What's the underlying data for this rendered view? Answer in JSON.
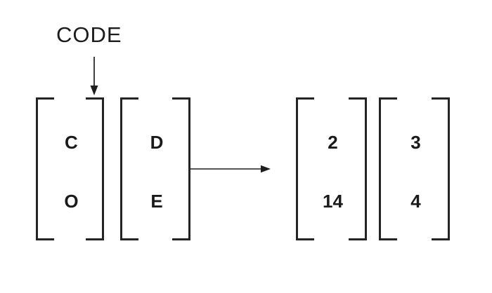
{
  "labels": {
    "code_word": "CODE"
  },
  "matrices": [
    {
      "name": "letter-vector-1",
      "cells": [
        "C",
        "O"
      ]
    },
    {
      "name": "letter-vector-2",
      "cells": [
        "D",
        "E"
      ]
    },
    {
      "name": "number-vector-1",
      "cells": [
        "2",
        "14"
      ]
    },
    {
      "name": "number-vector-2",
      "cells": [
        "3",
        "4"
      ]
    }
  ],
  "icons": {
    "down_arrow": "↓",
    "right_arrow": "→"
  },
  "colors": {
    "ink": "#1a1a1a",
    "bracket": "#242424",
    "background": "#ffffff"
  }
}
